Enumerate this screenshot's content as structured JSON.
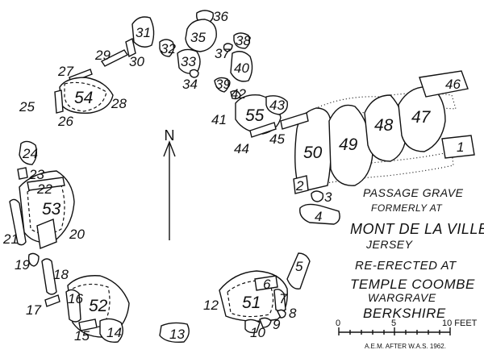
{
  "labels": {
    "n1": "1",
    "n2": "2",
    "n3": "3",
    "n4": "4",
    "n5": "5",
    "n6": "6",
    "n7": "7",
    "n8": "8",
    "n9": "9",
    "n10": "10",
    "n12": "12",
    "n13": "13",
    "n14": "14",
    "n15": "15",
    "n16": "16",
    "n17": "17",
    "n18": "18",
    "n19": "19",
    "n20": "20",
    "n21": "21",
    "n22": "22",
    "n23": "23",
    "n24": "24",
    "n25": "25",
    "n26": "26",
    "n27": "27",
    "n28": "28",
    "n29": "29",
    "n30": "30",
    "n31": "31",
    "n32": "32",
    "n33": "33",
    "n34": "34",
    "n35": "35",
    "n36": "36",
    "n37": "37",
    "n38": "38",
    "n39": "39",
    "n40": "40",
    "n41": "41",
    "n42": "42",
    "n43": "43",
    "n44": "44",
    "n45": "45",
    "n46": "46",
    "n47": "47",
    "n48": "48",
    "n49": "49",
    "n50": "50",
    "n51": "51",
    "n52": "52",
    "n53": "53",
    "n54": "54",
    "n55": "55"
  },
  "north": "N",
  "title_lines": {
    "line1": "PASSAGE GRAVE",
    "line2": "FORMERLY AT",
    "line3": "MONT DE LA VILLE",
    "line4": "JERSEY",
    "line5": "RE-ERECTED AT",
    "line6": "TEMPLE COOMBE",
    "line7": "WARGRAVE",
    "line8": "BERKSHIRE"
  },
  "scale": {
    "zero": "0",
    "five": "5",
    "ten": "10 FEET"
  },
  "credit": "A.E.M. AFTER W.A.S. 1962."
}
